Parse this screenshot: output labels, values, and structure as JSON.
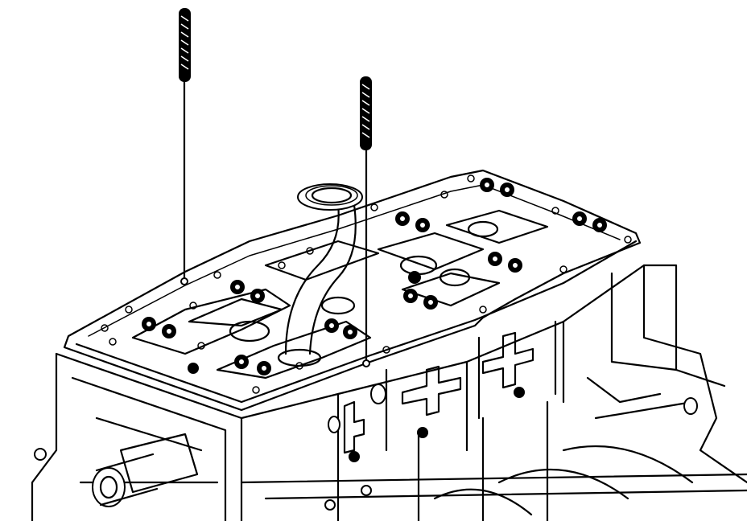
{
  "figure": {
    "subject": "engine-block-oil-pan-baffle-with-guide-pins",
    "colors": {
      "ink": "#000000",
      "paper": "#ffffff"
    },
    "guide_pins": [
      "guide-pin-left",
      "guide-pin-right"
    ]
  }
}
